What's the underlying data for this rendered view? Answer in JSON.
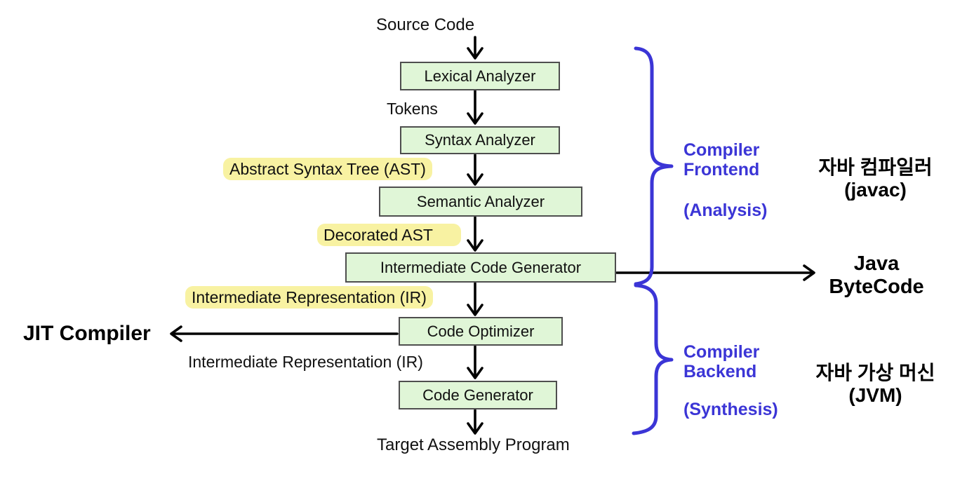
{
  "diagram": {
    "source_label": "Source Code",
    "target_label": "Target Assembly Program",
    "nodes": [
      {
        "label": "Lexical Analyzer"
      },
      {
        "label": "Syntax Analyzer"
      },
      {
        "label": "Semantic Analyzer"
      },
      {
        "label": "Intermediate Code Generator"
      },
      {
        "label": "Code Optimizer"
      },
      {
        "label": "Code Generator"
      }
    ],
    "edge_labels": [
      {
        "text": "Tokens",
        "highlighted": false
      },
      {
        "text": "Abstract Syntax Tree (AST)",
        "highlighted": true
      },
      {
        "text": "Decorated AST",
        "highlighted": true
      },
      {
        "text": "Intermediate Representation (IR)",
        "highlighted": true
      },
      {
        "text": "Intermediate Representation (IR)",
        "highlighted": false
      }
    ],
    "side_outputs": {
      "java_bytecode_line1": "Java",
      "java_bytecode_line2": "ByteCode",
      "jit_compiler": "JIT Compiler"
    },
    "groups": {
      "frontend_line1": "Compiler",
      "frontend_line2": "Frontend",
      "frontend_line3": "(Analysis)",
      "backend_line1": "Compiler",
      "backend_line2": "Backend",
      "backend_line3": "(Synthesis)"
    },
    "korean_annotations": {
      "javac_line1": "자바 컴파일러",
      "javac_line2": "(javac)",
      "jvm_line1": "자바 가상 머신",
      "jvm_line2": "(JVM)"
    }
  },
  "colors": {
    "node_fill": "#e0f6d7",
    "node_border": "#4e4e4e",
    "highlight": "#f8f2a2",
    "accent_blue": "#3b35d6",
    "text_black": "#111111"
  }
}
